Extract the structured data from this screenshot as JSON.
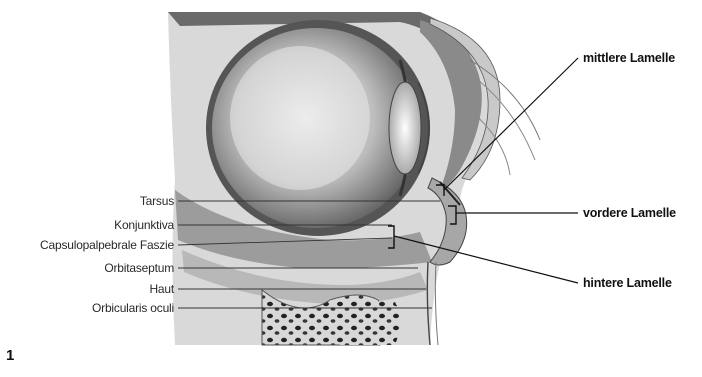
{
  "figure": {
    "number": "1",
    "left_labels": [
      {
        "id": "tarsus",
        "text": "Tarsus"
      },
      {
        "id": "konjunktiva",
        "text": "Konjunktiva"
      },
      {
        "id": "capsulopalpebrale-faszie",
        "text": "Capsulopalpebrale Faszie"
      },
      {
        "id": "orbitaseptum",
        "text": "Orbitaseptum"
      },
      {
        "id": "haut",
        "text": "Haut"
      },
      {
        "id": "orbicularis-oculi",
        "text": "Orbicularis oculi"
      }
    ],
    "right_labels": [
      {
        "id": "mittlere-lamelle",
        "text": "mittlere Lamelle"
      },
      {
        "id": "vordere-lamelle",
        "text": "vordere Lamelle"
      },
      {
        "id": "hintere-lamelle",
        "text": "hintere Lamelle"
      }
    ]
  }
}
